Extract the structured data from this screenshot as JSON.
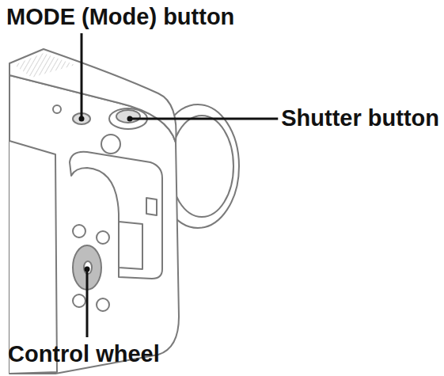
{
  "diagram": {
    "labels": [
      "MODE (Mode) button",
      "Shutter button",
      "Control wheel"
    ]
  }
}
